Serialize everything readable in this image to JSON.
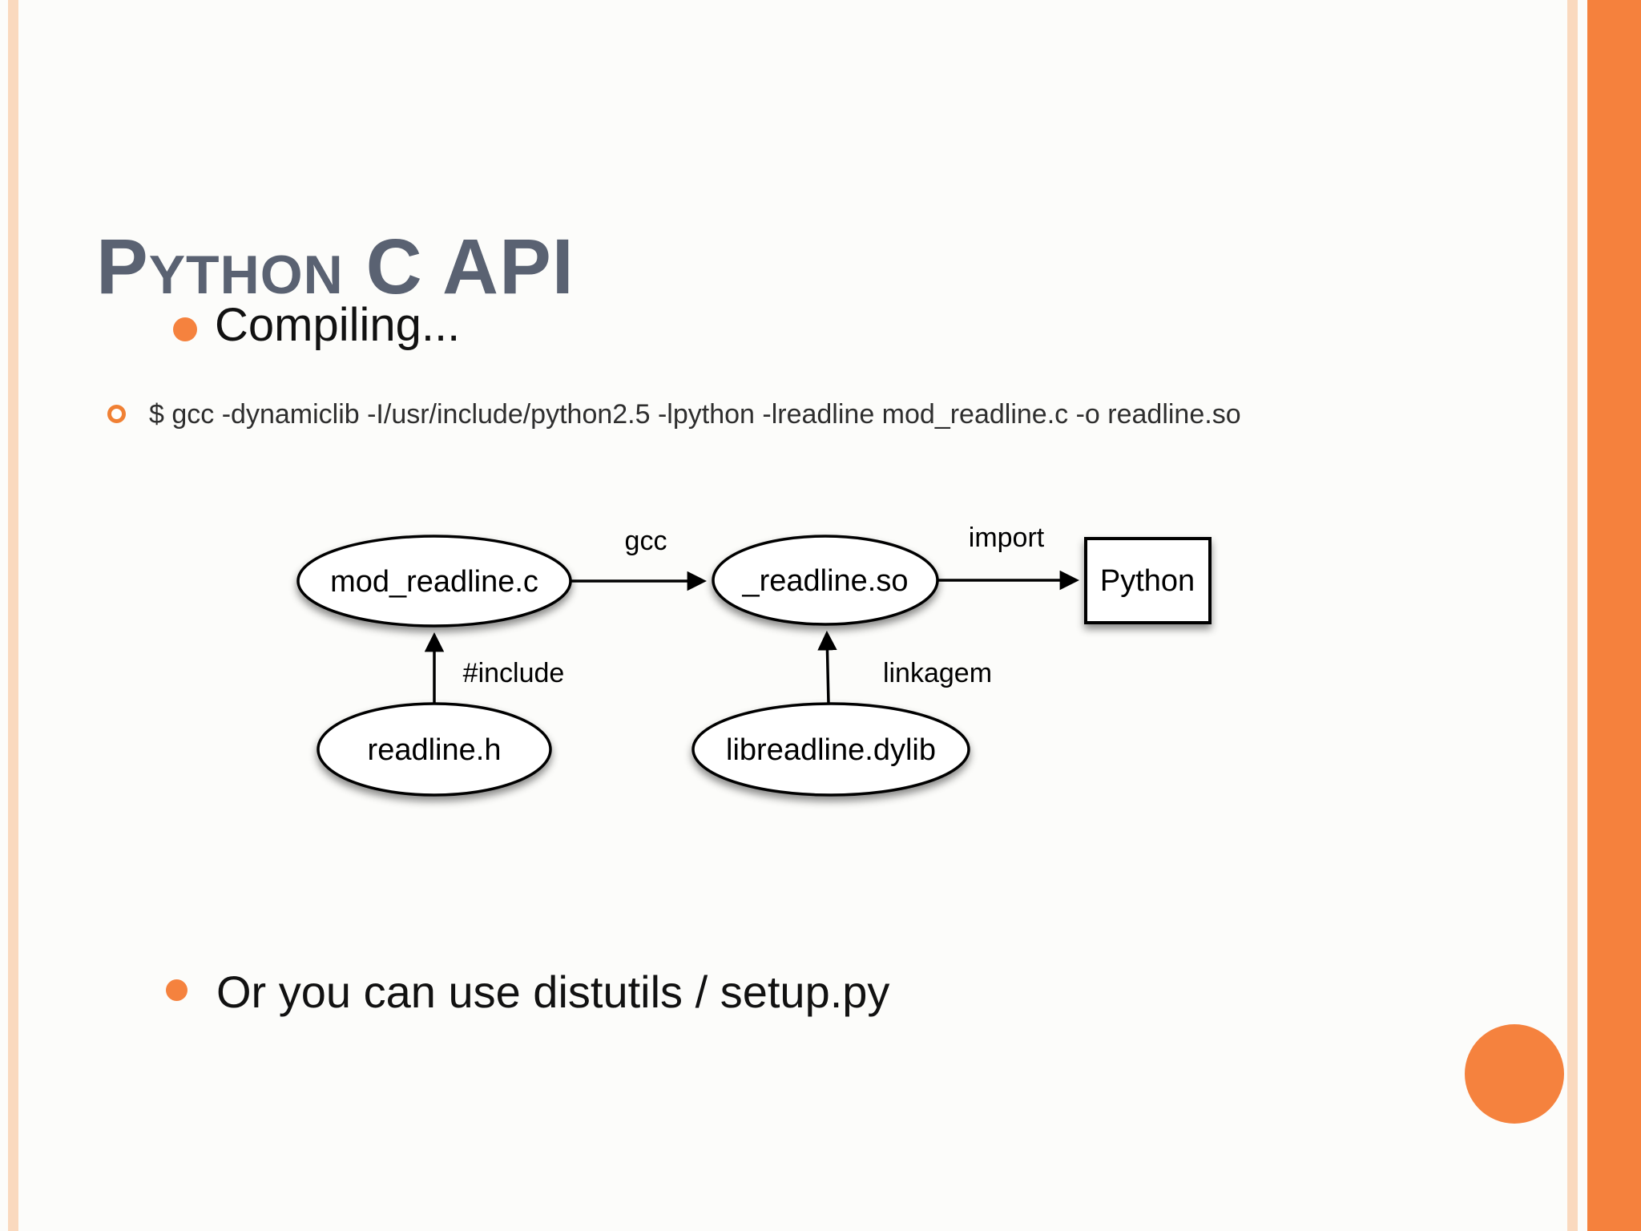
{
  "slide": {
    "title": "Python C API",
    "bullet_compiling": "Compiling...",
    "command": "$ gcc -dynamiclib -I/usr/include/python2.5 -lpython -lreadline mod_readline.c -o readline.so",
    "bullet_distutils": "Or you can use distutils / setup.py"
  },
  "diagram": {
    "nodes": {
      "mod_readline_c": "mod_readline.c",
      "readline_so": "_readline.so",
      "python": "Python",
      "readline_h": "readline.h",
      "libreadline_dylib": "libreadline.dylib"
    },
    "edge_labels": {
      "gcc": "gcc",
      "import": "import",
      "include": "#include",
      "linkagem": "linkagem"
    }
  },
  "colors": {
    "accent_orange": "#f5823e",
    "accent_band": "#f5813d",
    "accent_peach": "#fad9be",
    "title_gray": "#5a6272"
  }
}
